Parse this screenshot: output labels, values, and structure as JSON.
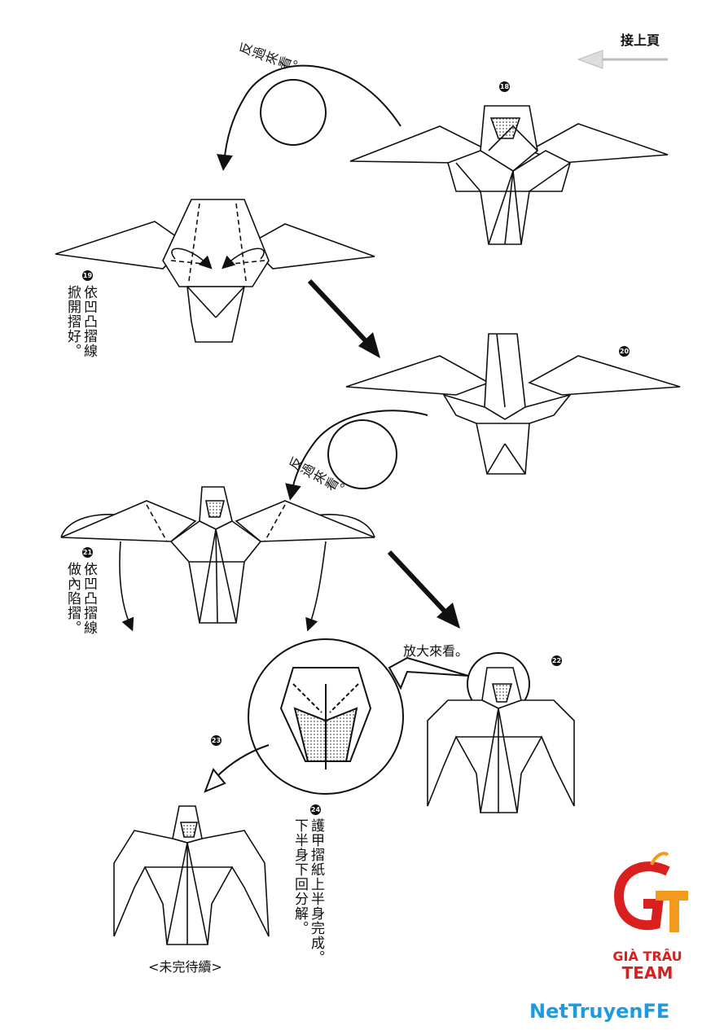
{
  "header": {
    "continued_label": "接上頁"
  },
  "steps": [
    {
      "number": "18"
    },
    {
      "number": "19",
      "lines": [
        "依凹凸摺線",
        "掀開摺好。"
      ]
    },
    {
      "number": "20"
    },
    {
      "number": "21",
      "lines": [
        "依凹凸摺線",
        "做內陷摺。"
      ]
    },
    {
      "number": "22"
    },
    {
      "number": "23"
    },
    {
      "number": "24",
      "lines": [
        "護甲摺紙上半身完成。",
        "下半身下回分解。"
      ]
    }
  ],
  "annotations": {
    "flip_1": "反過來看。",
    "flip_2": "反過來看。",
    "zoom": "放大來看。",
    "to_be_continued": "<未完待續>"
  },
  "watermarks": {
    "team_logo_text": [
      "GIÀ TRÂU",
      "TEAM"
    ],
    "site_logo": "NetTruyenFE"
  },
  "colors": {
    "ink": "#111111",
    "logo_red": "#d9201f",
    "logo_orange": "#f39a1c",
    "site_blue": "#1e9be0",
    "site_red": "#e8412c"
  }
}
